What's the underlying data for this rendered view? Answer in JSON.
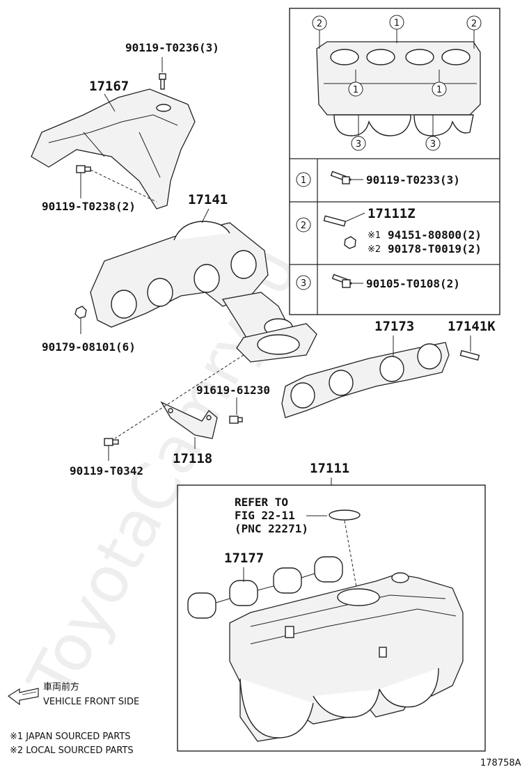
{
  "diagram": {
    "figure_id": "178758A",
    "watermark": "ToyotaCamry.ru",
    "parts": {
      "bolt_top": "90119-T0236(3)",
      "heat_insulator": "17167",
      "bolt_insulator": "90119-T0238(2)",
      "manifold": "17141",
      "nut_manifold": "90179-08101(6)",
      "gasket": "17173",
      "stud": "17141K",
      "bolt_stay": "91619-61230",
      "stay": "17118",
      "bolt_bottom": "90119-T0342",
      "intake_assy": "17111",
      "intake_gasket": "17177",
      "refer_line1": "REFER TO",
      "refer_line2": "FIG 22-11",
      "refer_line3": "(PNC 22271)"
    },
    "inset": {
      "callout_1": "1",
      "callout_2": "2",
      "callout_3": "3",
      "row1_part": "90119-T0233(3)",
      "row2_part": "17111Z",
      "row2_sub1_mark": "※1",
      "row2_sub1": "94151-80800(2)",
      "row2_sub2_mark": "※2",
      "row2_sub2": "90178-T0019(2)",
      "row3_part": "90105-T0108(2)"
    },
    "legend": {
      "front_jp": "車両前方",
      "front_en": "VEHICLE FRONT SIDE",
      "note1": "※1 JAPAN SOURCED PARTS",
      "note2": "※2 LOCAL SOURCED PARTS"
    }
  }
}
